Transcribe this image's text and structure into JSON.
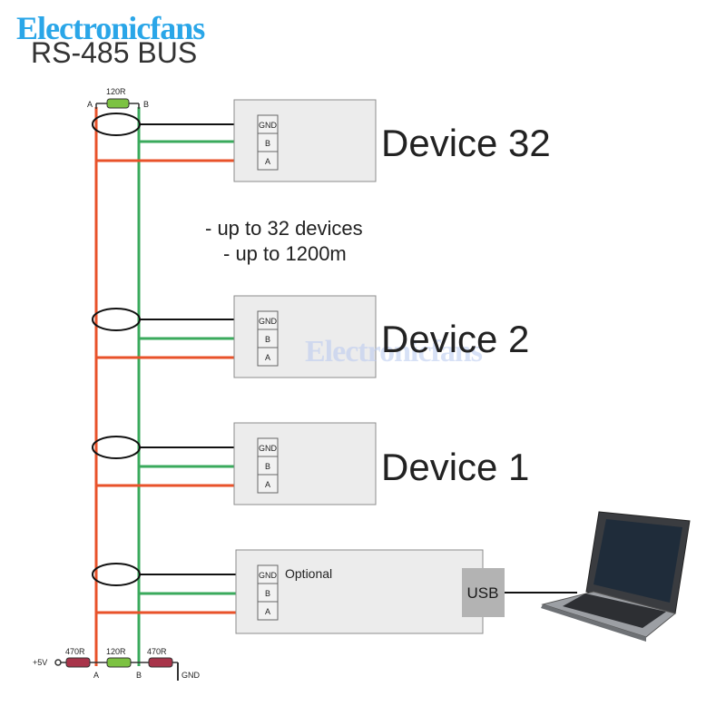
{
  "header": {
    "brand": "Electronicfans",
    "title": "RS-485 BUS"
  },
  "watermark": "Electronicfans",
  "notes": [
    "- up to 32 devices",
    "- up to 1200m"
  ],
  "devices": [
    {
      "name": "Device 32",
      "terminals": [
        "GND",
        "B",
        "A"
      ]
    },
    {
      "name": "Device 2",
      "terminals": [
        "GND",
        "B",
        "A"
      ]
    },
    {
      "name": "Device 1",
      "terminals": [
        "GND",
        "B",
        "A"
      ]
    }
  ],
  "adapter": {
    "terminals": [
      "GND",
      "B",
      "A"
    ],
    "optional_label": "Optional",
    "port_label": "USB"
  },
  "top_termination": {
    "resistor": "120R",
    "line_a": "A",
    "line_b": "B"
  },
  "bottom_bias": {
    "supply": "+5V",
    "resistors": [
      "470R",
      "120R",
      "470R"
    ],
    "line_a": "A",
    "line_b": "B",
    "ground": "GND"
  },
  "colors": {
    "line_a": "#e8522a",
    "line_b": "#3aaa5c",
    "gnd_wire": "#111111",
    "box_fill": "#ececec",
    "box_stroke": "#8c8c8c",
    "resistor_green": "#7cc242",
    "resistor_red": "#a8344a"
  }
}
